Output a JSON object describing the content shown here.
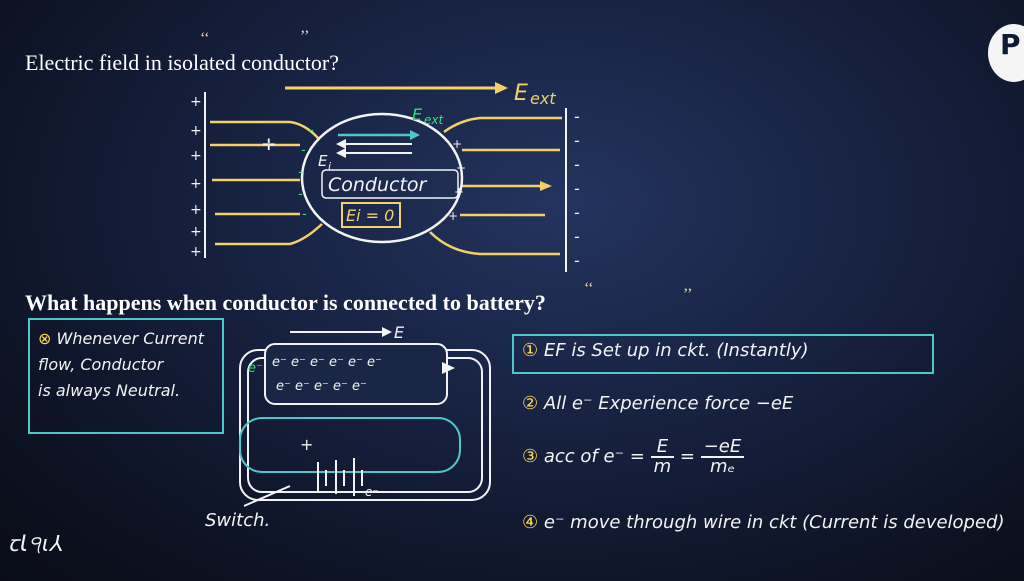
{
  "header": {
    "title": "Electric field in isolated conductor?",
    "quote_open": "‘‘",
    "quote_close": "’’"
  },
  "logo": {
    "text": "P"
  },
  "diagram1": {
    "e_ext_label": "E",
    "e_ext_sub": "ext",
    "e_ext_inside_label": "E",
    "e_ext_inside_sub": "ext",
    "e_i_label": "E",
    "e_i_sub": "i",
    "conductor_label": "Conductor",
    "ei_zero_label": "Ei = 0",
    "plus_sign": "+",
    "minus_sign": "-"
  },
  "question": {
    "text": "What happens when conductor is connected to battery?",
    "quote_open": "‘‘",
    "quote_close": "’’"
  },
  "note": {
    "marker": "⊗",
    "lines": [
      "Whenever Current",
      "flow, Conductor",
      "is always Neutral."
    ]
  },
  "diagram2": {
    "field_label": "E",
    "electron_row1": "e⁻ e⁻ e⁻ e⁻ e⁻ e⁻",
    "electron_row2": "e⁻ e⁻ e⁻ e⁻ e⁻",
    "electron_left": "e⁻",
    "electron_bottom": "e⁻",
    "battery_plus": "+",
    "switch_label": "Switch."
  },
  "facts": {
    "fact1_num": "①",
    "fact1_text": "EF is Set up in ckt. (Instantly)",
    "fact2_num": "②",
    "fact2_text": "All e⁻ Experience force −eE",
    "fact3_num": "③",
    "fact3_text": "acc of e⁻ =",
    "fact3_frac1_top": "E",
    "fact3_frac1_bot": "m",
    "fact3_eq": "=",
    "fact3_frac2_top": "−eE",
    "fact3_frac2_bot": "mₑ",
    "fact4_num": "④",
    "fact4_text": "e⁻ move through wire in ckt (Current is developed)"
  },
  "scribble": {
    "text": "ꞇꙆ੧ꙇ⅄"
  },
  "colors": {
    "board": "#16203e",
    "chalk_yellow": "#f3d06a",
    "chalk_cyan": "#4ec7c9",
    "chalk_green": "#2fe07a",
    "chalk_white": "#f3f3f3"
  }
}
